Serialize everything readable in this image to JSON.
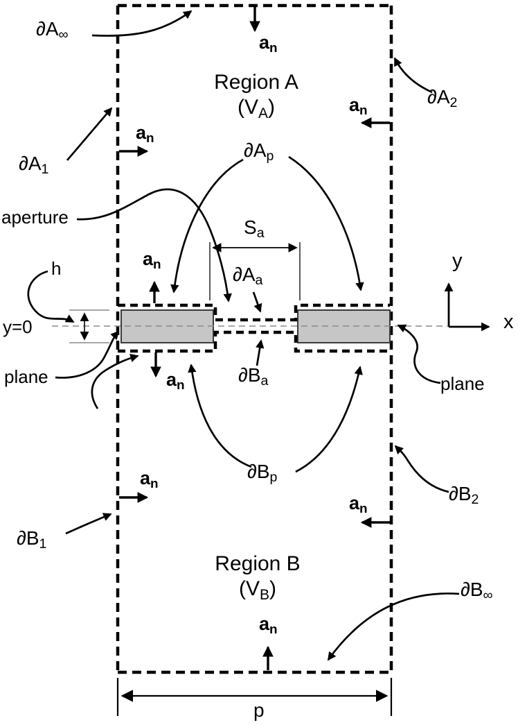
{
  "colors": {
    "line": "#000000",
    "plane_fill": "#c6c6c6",
    "plane_edge": "#3a3a3a",
    "centerline": "#888888",
    "background": "#ffffff"
  },
  "region_a": {
    "title": "Region A",
    "volume_open": "(V",
    "volume_sub": "A",
    "volume_close": ")"
  },
  "region_b": {
    "title": "Region B",
    "volume_open": "(V",
    "volume_sub": "B",
    "volume_close": ")"
  },
  "normal_vector": {
    "main": "a",
    "sub": "n"
  },
  "boundaries": {
    "a_inf": {
      "main": "∂A",
      "sub": "∞"
    },
    "a_1": {
      "main": "∂A",
      "sub": "1"
    },
    "a_2": {
      "main": "∂A",
      "sub": "2"
    },
    "a_p": {
      "main": "∂A",
      "sub": "p"
    },
    "a_a": {
      "main": "∂A",
      "sub": "a"
    },
    "b_a": {
      "main": "∂B",
      "sub": "a"
    },
    "b_p": {
      "main": "∂B",
      "sub": "p"
    },
    "b_1": {
      "main": "∂B",
      "sub": "1"
    },
    "b_2": {
      "main": "∂B",
      "sub": "2"
    },
    "b_inf": {
      "main": "∂B",
      "sub": "∞"
    }
  },
  "annotations": {
    "aperture": "aperture",
    "plane_left": "plane",
    "plane_right": "plane",
    "thickness": "h",
    "plane_position": "y=0",
    "aperture_width": {
      "main": "S",
      "sub": "a"
    },
    "period": "p",
    "axis_x": "x",
    "axis_y": "y"
  }
}
